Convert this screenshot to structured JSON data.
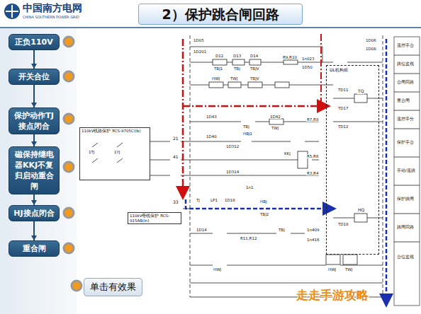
{
  "diagram": {
    "title": "2）保护跳合闸回路",
    "nodes": [
      {
        "text": [
          "正负110V"
        ]
      },
      {
        "text": [
          "开关合位"
        ]
      },
      {
        "text": [
          "保护动作TJ接点闭合"
        ]
      },
      {
        "text": [
          "磁保持继电器KKJ不复归启动重合闸"
        ]
      },
      {
        "text": [
          "HJ接点闭合"
        ]
      },
      {
        "text": [
          "重合闸"
        ]
      },
      {
        "text": [
          "单击有效果"
        ]
      },
      {
        "text": [
          "110kV线路保护 RCS-9705C(Ib)"
        ]
      },
      {
        "text": [
          "110kV母线保护 RCS-915AB(In)"
        ]
      },
      {
        "text": [
          "DL机构箱"
        ]
      }
    ],
    "edges": [
      {
        "from": 0,
        "to": 1,
        "arrow": "to"
      },
      {
        "from": 1,
        "to": 2,
        "arrow": "to"
      },
      {
        "from": 2,
        "to": 3,
        "arrow": "to"
      },
      {
        "from": 3,
        "to": 4,
        "arrow": "to"
      },
      {
        "from": 4,
        "to": 5,
        "arrow": "to"
      }
    ],
    "labels": [
      "中国南方电网",
      "CHINA SOUTHERN POWER GRID",
      "1D05",
      "1D201",
      "D12",
      "D13",
      "D14",
      "TBJ1",
      "TBJ",
      "TBJV",
      "R9,R10",
      "1n023",
      "1D50",
      "HWJ",
      "TWJ",
      "TBJV",
      "1D43",
      "1D42",
      "TBJ",
      "HBJ1",
      "TWJ",
      "R7,R8",
      "1D40",
      "1D312",
      "KKJ",
      "R5,R6",
      "1D314",
      "R3,R4",
      "1TJ",
      "1YJ",
      "21",
      "41",
      "33",
      "TJ",
      "LP1",
      "1D18",
      "1n1",
      "HBJ",
      "TBJ2",
      "TBJ",
      "1D14",
      "R11,R12",
      "1n409",
      "1n416",
      "HWJ",
      "HWJ",
      "TWJ",
      "TD11",
      "TD17",
      "TD12",
      "TQ",
      "HQ",
      "TD18",
      "1D06",
      "1D08",
      "遥控手合",
      "跳位监视",
      "合闸回路",
      "重合闸",
      "遥控手分",
      "保护手合",
      "手动/遥跳",
      "保护跳闸",
      "跳闸回路",
      "合位监视",
      "走走手游攻略"
    ]
  }
}
